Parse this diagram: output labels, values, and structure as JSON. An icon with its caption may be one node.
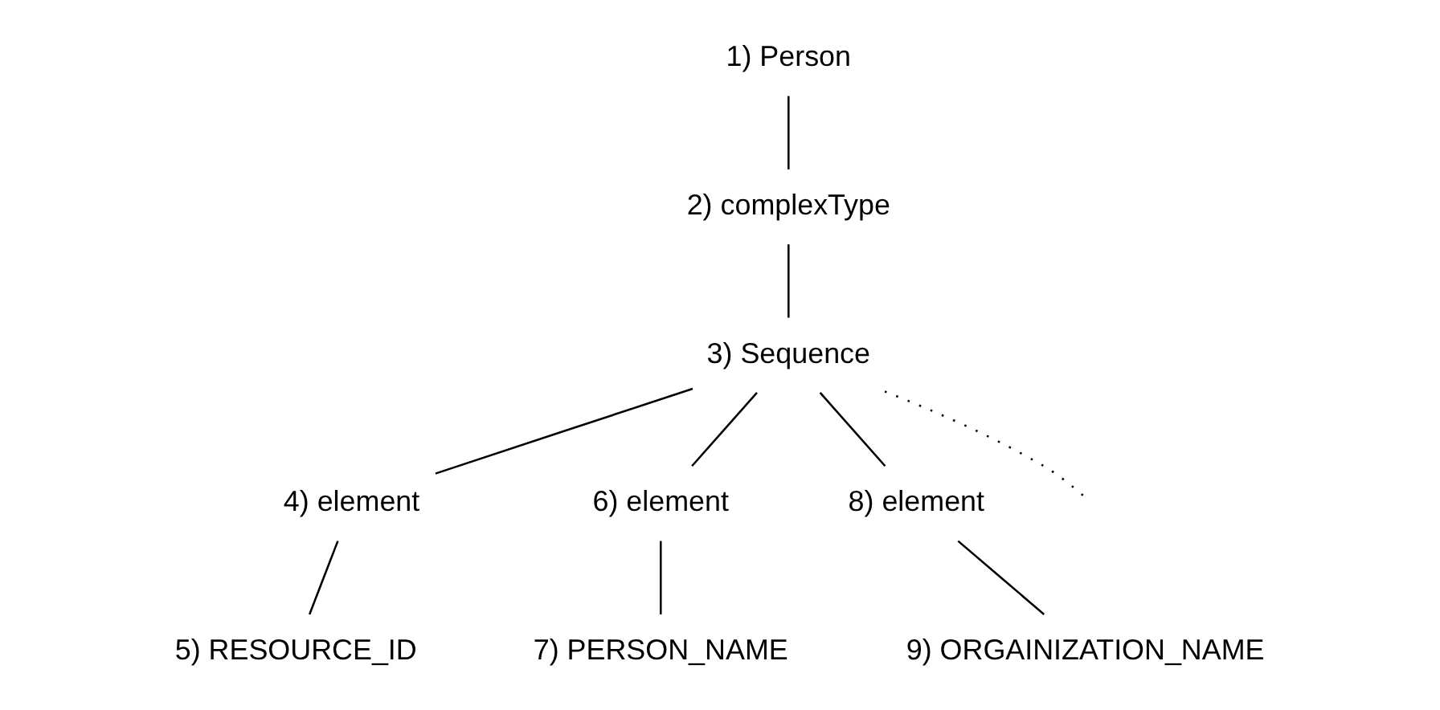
{
  "diagram": {
    "nodes": [
      {
        "text": [
          "1) Person"
        ]
      },
      {
        "text": [
          "2) complexType"
        ]
      },
      {
        "text": [
          "3) Sequence"
        ]
      },
      {
        "text": [
          "4) element"
        ]
      },
      {
        "text": [
          "5) RESOURCE_ID"
        ]
      },
      {
        "text": [
          "6) element"
        ]
      },
      {
        "text": [
          "7) PERSON_NAME"
        ]
      },
      {
        "text": [
          "8) element"
        ]
      },
      {
        "text": [
          "9) ORGAINIZATION_NAME"
        ]
      }
    ],
    "edges": [
      {
        "from": 0,
        "to": 1,
        "arrow": "none"
      },
      {
        "from": 1,
        "to": 2,
        "arrow": "none"
      },
      {
        "from": 2,
        "to": 3,
        "arrow": "none"
      },
      {
        "from": 2,
        "to": 5,
        "arrow": "none"
      },
      {
        "from": 2,
        "to": 7,
        "arrow": "none"
      },
      {
        "from": 2,
        "to": null,
        "arrow": "none",
        "style": "dashed"
      },
      {
        "from": 3,
        "to": 4,
        "arrow": "none"
      },
      {
        "from": 5,
        "to": 6,
        "arrow": "none"
      },
      {
        "from": 7,
        "to": 8,
        "arrow": "none"
      }
    ]
  }
}
